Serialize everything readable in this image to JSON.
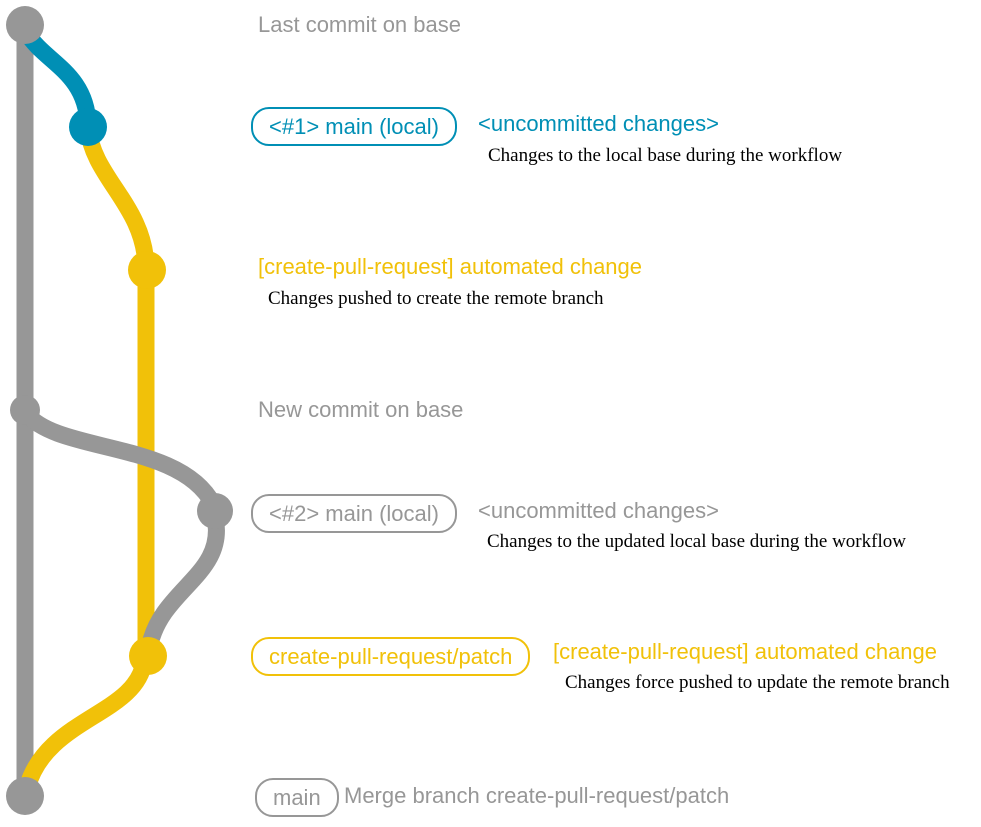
{
  "colors": {
    "base_gray": "#979797",
    "local_blue": "#008fb5",
    "branch_yellow": "#f1c109",
    "note_black": "#000000",
    "background": "#ffffff"
  },
  "annotations": {
    "a1": {
      "title": "Last commit on base"
    },
    "a2": {
      "badge": "<#1> main (local)",
      "title": "<uncommitted changes>",
      "note": "Changes to the local base during the workflow"
    },
    "a3": {
      "title": "[create-pull-request] automated change",
      "note": "Changes pushed to create the remote branch"
    },
    "a4": {
      "title": "New commit on base"
    },
    "a5": {
      "badge": "<#2> main (local)",
      "title": "<uncommitted changes>",
      "note": "Changes to the updated local base during the workflow"
    },
    "a6": {
      "badge": "create-pull-request/patch",
      "title": "[create-pull-request] automated change",
      "note": "Changes force pushed to update the remote branch"
    },
    "a7": {
      "badge": "main",
      "title": "Merge branch create-pull-request/patch"
    }
  }
}
